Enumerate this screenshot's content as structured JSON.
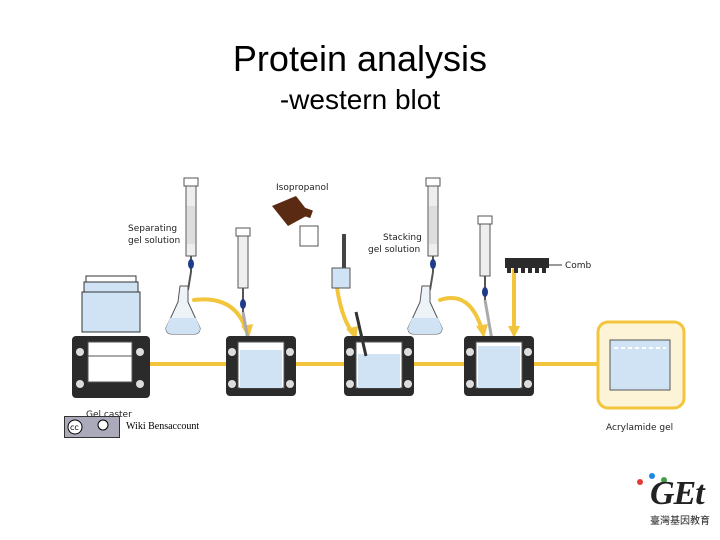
{
  "header": {
    "title": "Protein analysis",
    "subtitle": "-western blot"
  },
  "labels": {
    "separating": [
      "Separating",
      "gel solution"
    ],
    "isopropanol": "Isopropanol",
    "stacking": [
      "Stacking",
      "gel solution"
    ],
    "comb": "Comb",
    "gel_caster": "Gel caster",
    "acrylamide_gel": "Acrylamide gel"
  },
  "credit": {
    "text": "Wiki Bensaccount"
  },
  "logo": {
    "text": "GEt",
    "subtext": "臺灣基因教育"
  },
  "colors": {
    "arrow": "#f2c53d",
    "frame": "#2b2b2b",
    "liquid": "#cfe3f5",
    "bottle": "#5a2a12"
  }
}
